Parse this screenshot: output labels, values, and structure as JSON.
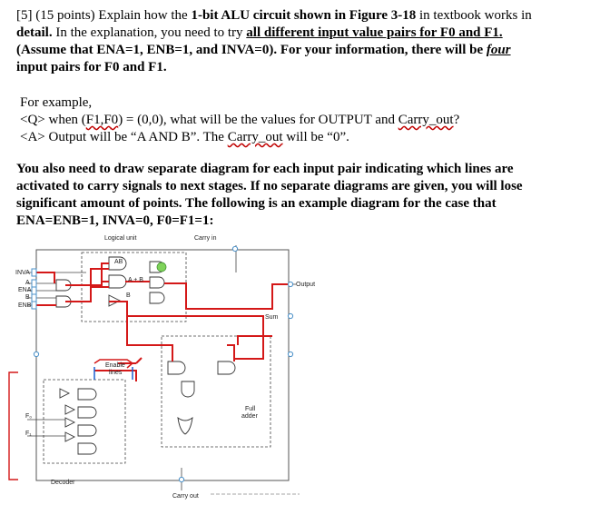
{
  "question": {
    "l1a": "[5] (15 points) Explain how the ",
    "l1b": "1-bit ALU circuit shown in Figure 3-18",
    "l1c": " in textbook works in",
    "l2a": "detail.",
    "l2b": " In the explanation, you need to try ",
    "l2c": "all different input value pairs for F0 and F1.",
    "l3": "(Assume that ENA=1, ENB=1, and INVA=0). For your information, there will be ",
    "l3u": "four",
    "l4": "input pairs for F0 and F1."
  },
  "example": {
    "heading": "For example,",
    "q_prefix": "<Q> when (",
    "q_vars": "F1,F0",
    "q_mid": ") = (0,0), what will be the values for OUTPUT and ",
    "q_carry": "Carry_out",
    "q_end": "?",
    "a_prefix": "<A> Output will be “A AND B”. The ",
    "a_carry": "Carry_out",
    "a_end": " will be “0”."
  },
  "instructions": {
    "l1": "You also need to draw separate diagram for each input pair indicating which lines are",
    "l2": "activated to carry signals to next stages. If no separate diagrams are given, you will lose",
    "l3": "significant amount of points. The following is an example diagram for the case that",
    "l4": "ENA=ENB=1, INVA=0, F0=F1=1:"
  },
  "diagram": {
    "logical_unit": "Logical unit",
    "carry_in": "Carry in",
    "ab": "AB",
    "a_plus_b": "A + B",
    "b_bar": "B",
    "inva": "INVA",
    "a": "A",
    "ena": "ENA",
    "b": "B",
    "enb": "ENB",
    "output": "Output",
    "sum": "Sum",
    "enable_lines_1": "Enable",
    "enable_lines_2": "lines",
    "f0": "F₀",
    "f1": "F₁",
    "full_adder_1": "Full",
    "full_adder_2": "adder",
    "decoder": "Decoder",
    "carry_out": "Carry out"
  },
  "colors": {
    "active_line": "#d41818",
    "box_outline": "#555555",
    "input_dot": "#4a90c8",
    "highlight_green": "#7fd35a"
  }
}
